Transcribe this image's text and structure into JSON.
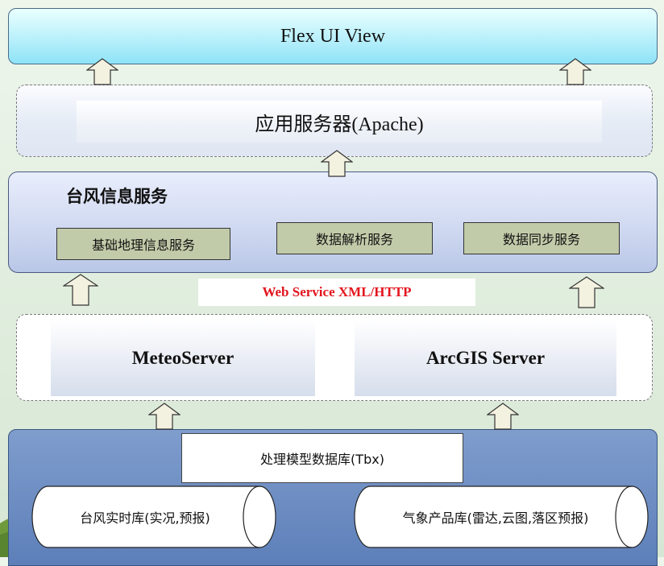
{
  "top": {
    "title": "Flex UI View"
  },
  "app_server": {
    "title": "应用服务器(Apache)"
  },
  "typhoon_services": {
    "title": "台风信息服务",
    "items": [
      "基础地理信息服务",
      "数据解析服务",
      "数据同步服务"
    ]
  },
  "protocol_label": "Web Service XML/HTTP",
  "servers": [
    "MeteoServer",
    "ArcGIS Server"
  ],
  "databases": {
    "model_db": "处理模型数据库(Tbx)",
    "realtime_db": "台风实时库(实况,预报)",
    "product_db": "气象产品库(雷达,云图,落区预报)"
  },
  "colors": {
    "protocol_text": "#e3141e",
    "service_box": "#c2cba9",
    "arrow_fill": "#f3f1df",
    "db_area": "#5d7fb9"
  }
}
